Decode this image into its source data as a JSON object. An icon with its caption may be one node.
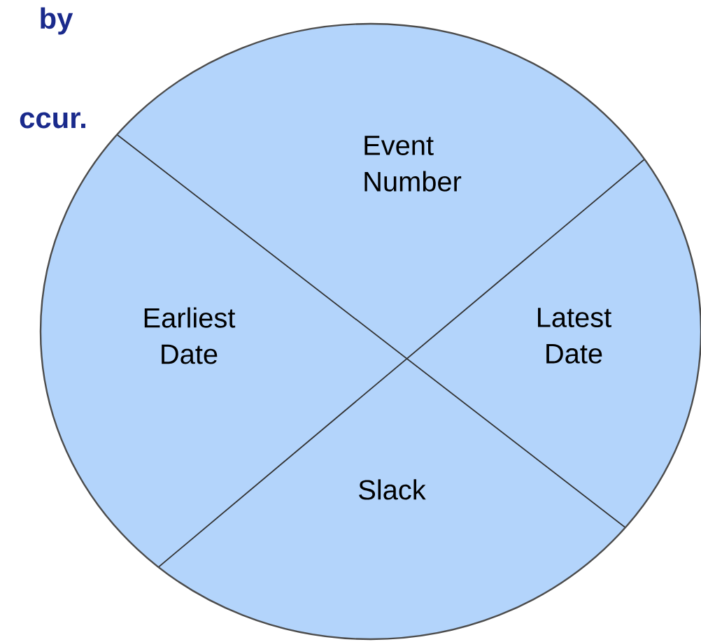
{
  "diagram": {
    "nodes": [
      {
        "text": [
          "Event Number",
          "Earliest Date",
          "Latest Date",
          "Slack"
        ]
      }
    ],
    "labels": [
      "by",
      "ccur."
    ]
  }
}
